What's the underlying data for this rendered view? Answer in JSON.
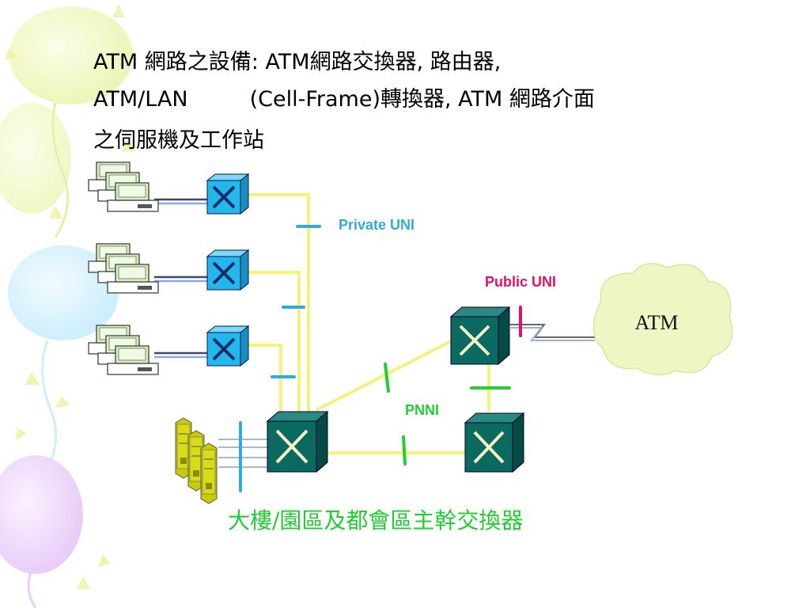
{
  "title": {
    "line1": "ATM 網路之設備: ATM網路交換器, 路由器,",
    "line2a": "ATM/LAN",
    "line2b": "(Cell-Frame)轉換器, ATM 網路介面",
    "line3": "之伺服機及工作站"
  },
  "labels": {
    "private_uni": "Private UNI",
    "public_uni": "Public UNI",
    "pnni": "PNNI",
    "atm_cloud": "ATM"
  },
  "caption": "大樓/園區及都會區主幹交換器",
  "colors": {
    "private_uni": "#33aadd",
    "public_uni": "#e0106a",
    "pnni": "#22cc33",
    "caption": "#22cc33",
    "access_switch": "#22b8ee",
    "backbone_switch": "#0b6a60",
    "link_yellow": "#f4f27a",
    "cloud": "#eef7c4",
    "server": "#c8cc00"
  }
}
